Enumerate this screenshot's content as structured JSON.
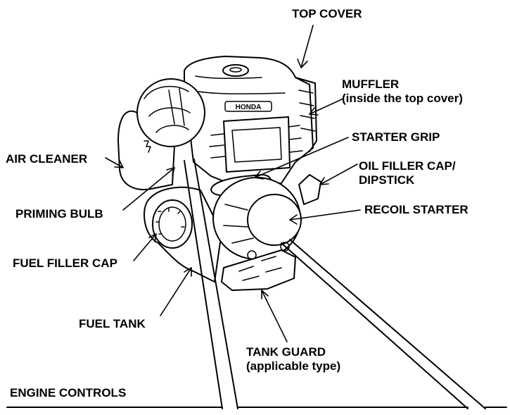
{
  "labels": {
    "top_cover": "TOP COVER",
    "muffler": "MUFFLER",
    "muffler_note": "(inside the top cover)",
    "starter_grip": "STARTER GRIP",
    "oil_filler_line1": "OIL FILLER CAP/",
    "oil_filler_line2": "DIPSTICK",
    "recoil_starter": "RECOIL STARTER",
    "air_cleaner": "AIR CLEANER",
    "priming_bulb": "PRIMING BULB",
    "fuel_filler_cap": "FUEL FILLER CAP",
    "fuel_tank": "FUEL TANK",
    "tank_guard": "TANK GUARD",
    "tank_guard_note": "(applicable type)",
    "section_title": "ENGINE CONTROLS"
  },
  "brand_mark": "HONDA",
  "colors": {
    "ink": "#000000",
    "paper": "#ffffff",
    "shade": "#e6e6e6"
  }
}
